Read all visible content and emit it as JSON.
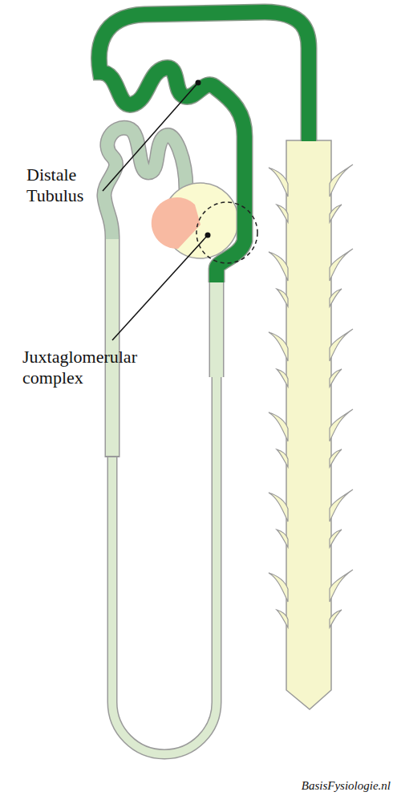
{
  "diagram": {
    "labels": [
      "Distale Tubulus",
      "Juxtaglomerular complex",
      "BasisFysiologie.nl"
    ]
  }
}
